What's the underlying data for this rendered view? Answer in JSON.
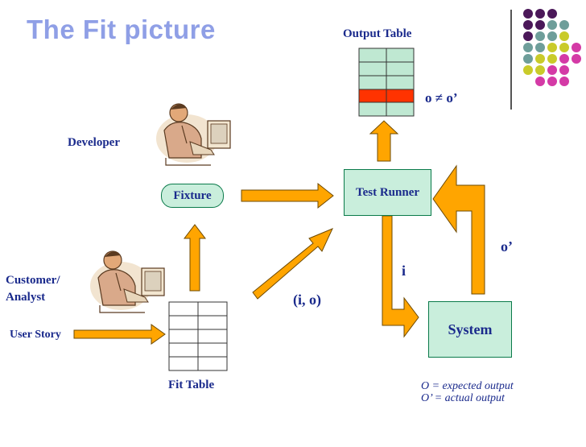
{
  "title": "The Fit picture",
  "labels": {
    "output_table": "Output Table",
    "neq": "o ≠ o’",
    "developer": "Developer",
    "customer_line1": "Customer/",
    "customer_line2": "Analyst",
    "user_story": "User Story",
    "fit_table": "Fit Table",
    "io": "(i, o)",
    "i": "i",
    "o_prime": "o’"
  },
  "boxes": {
    "fixture": "Fixture",
    "test_runner": "Test Runner",
    "system": "System"
  },
  "notes": {
    "expected": "O = expected output",
    "actual": "O’ = actual output"
  },
  "colors": {
    "arrow_fill": "#ffa500",
    "arrow_stroke": "#6e4a00",
    "highlight_row": "#ff3300",
    "table_fill": "#bfe8d2",
    "dot_purple": "#4b1859",
    "dot_teal": "#6e9e9a",
    "dot_yellow": "#c9cb2a",
    "dot_magenta": "#d43aa6"
  },
  "icons": [
    "developer-person-icon",
    "customer-person-icon"
  ]
}
